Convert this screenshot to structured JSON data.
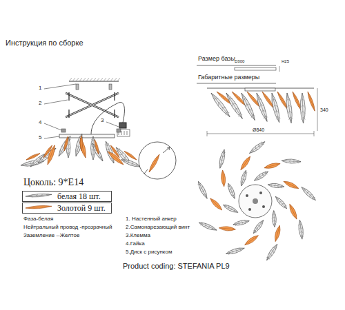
{
  "diagram": {
    "title": "Инструкция по сборке",
    "caption": "Product coding: STEFANIA PL9",
    "labels": [
      "Размер базы",
      "D300",
      "H25",
      "Габаритные размеры",
      "340",
      "Ø840",
      "1",
      "2",
      "3",
      "4",
      "5",
      "Цоколь: 9*E14",
      "Фаза-белая",
      "Нейтральный провод -прозрачный",
      "Заземление --Желтое",
      "1. Настенный анкер",
      "2.Самонарезающий винт",
      "3.Клемма",
      "4.Гайка",
      "5.Диск с рисунком"
    ],
    "legend": [
      {
        "text": "белая 18 шт."
      },
      {
        "text": "Золотой 9 шт."
      }
    ]
  }
}
